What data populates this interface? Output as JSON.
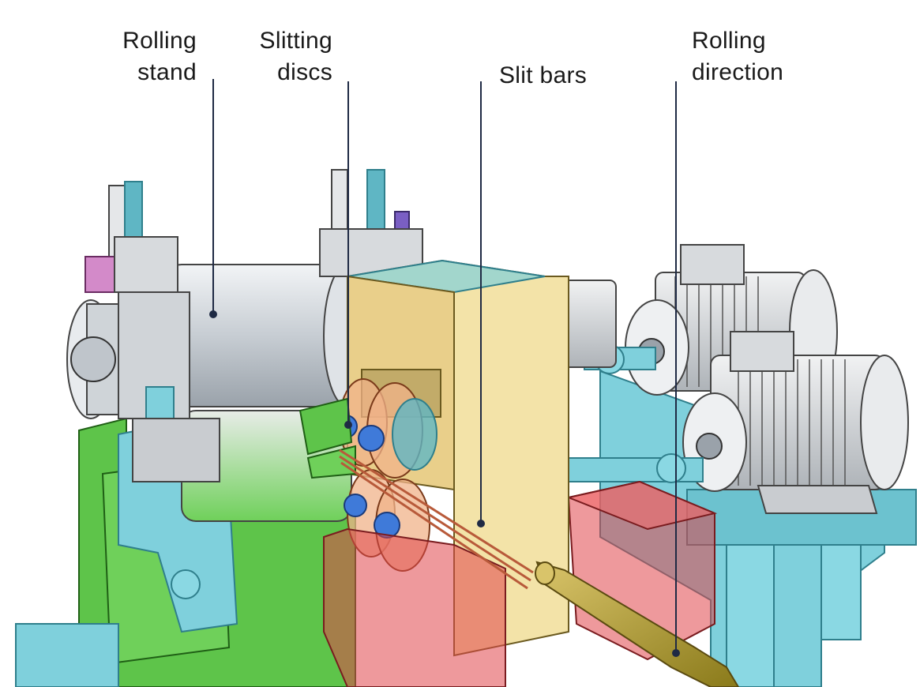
{
  "labels": {
    "rolling_stand": [
      "Rolling",
      "stand"
    ],
    "slitting_discs": [
      "Slitting",
      "discs"
    ],
    "slit_bars": "Slit bars",
    "rolling_direction": [
      "Rolling",
      "direction"
    ]
  },
  "colors": {
    "frame_green": "#5ec44a",
    "base_cyan": "#7fd0dc",
    "guide_yellow": "#f3e3a8",
    "box_red": "#e0454a",
    "roll_grey": "#c8ced4",
    "motor_grey": "#d4d7da",
    "leader_line": "#1f2a44",
    "bar_gold": "#c9a52a"
  }
}
